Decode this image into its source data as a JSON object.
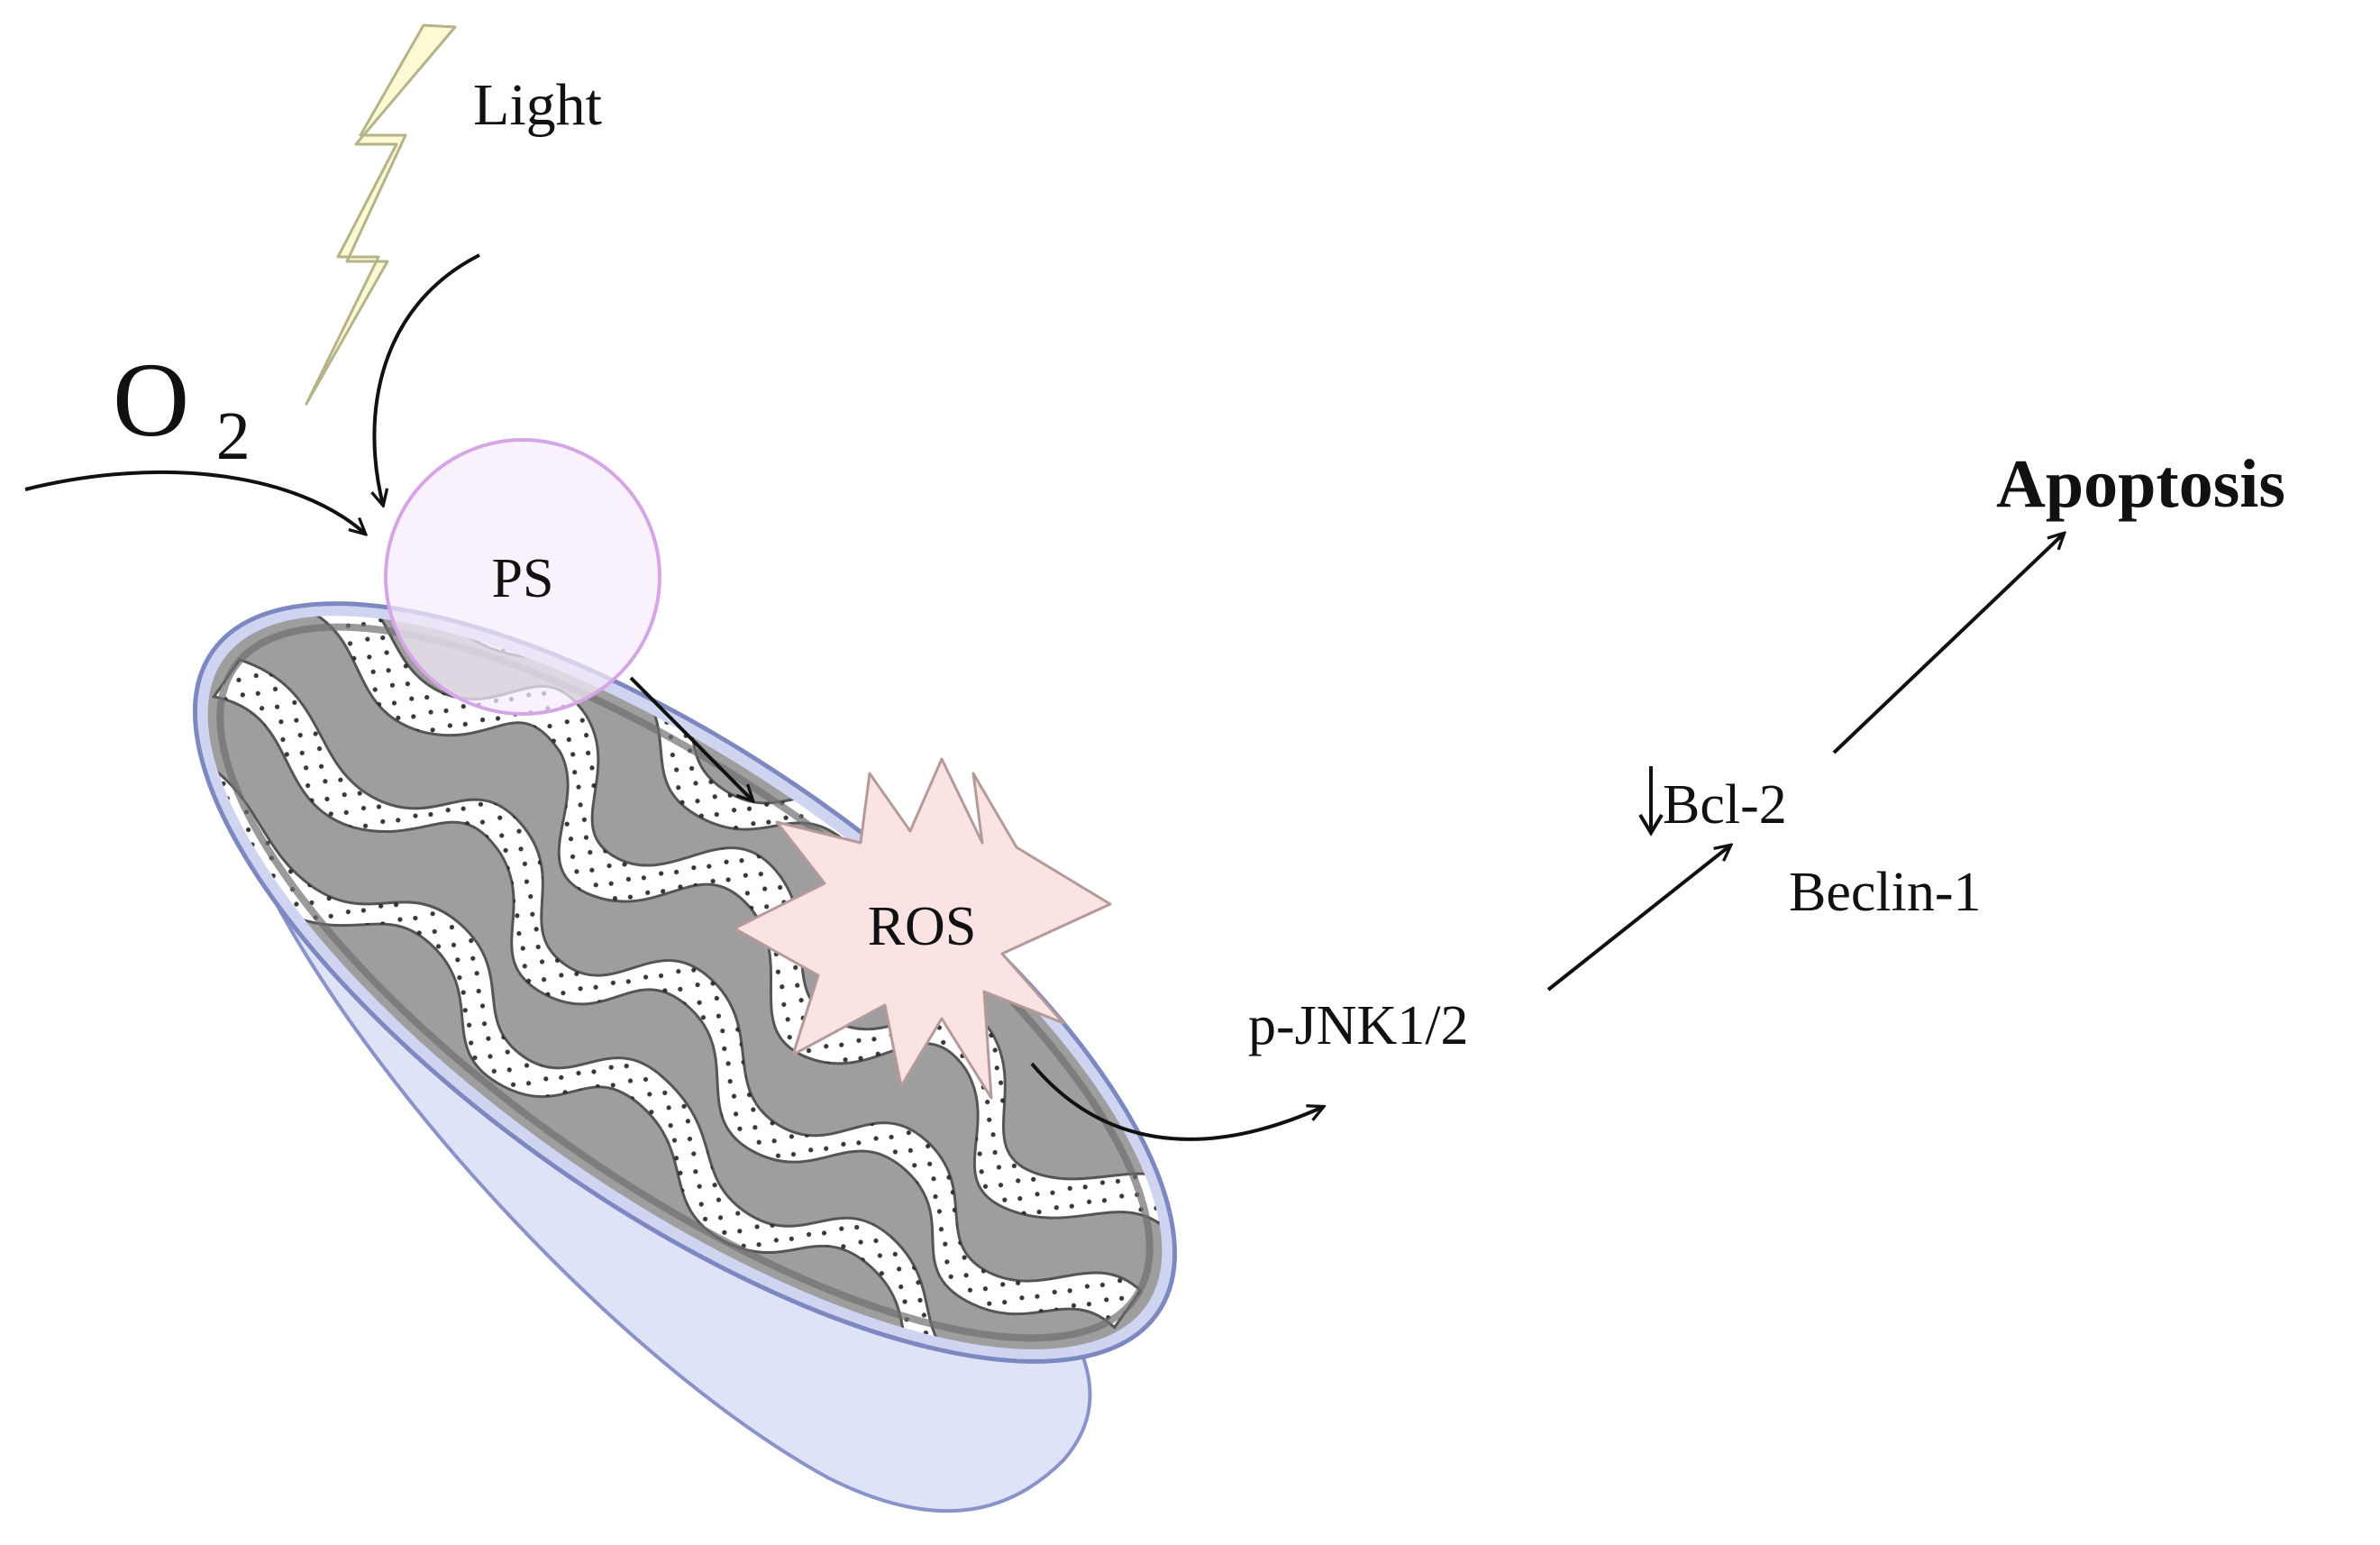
{
  "labels": {
    "light": "Light",
    "oxygen": "O",
    "oxygen_subscript": "2",
    "photosensitizer": "PS",
    "ros": "ROS",
    "pjnk": "p-JNK1/2",
    "bcl2": "Bcl-2",
    "beclin": "Beclin-1",
    "apoptosis": "Apoptosis"
  },
  "colors": {
    "lightning_fill": "#fbfad2",
    "ps_fill": "#f7ecfb",
    "ps_stroke": "#d4a6e6",
    "ros_fill": "#fbe3e3",
    "mito_outer": "#dfe3f8",
    "mito_inner": "#cfd5f1",
    "mito_stroke": "#8a93c9",
    "matrix_grey": "#9a9a9a"
  }
}
